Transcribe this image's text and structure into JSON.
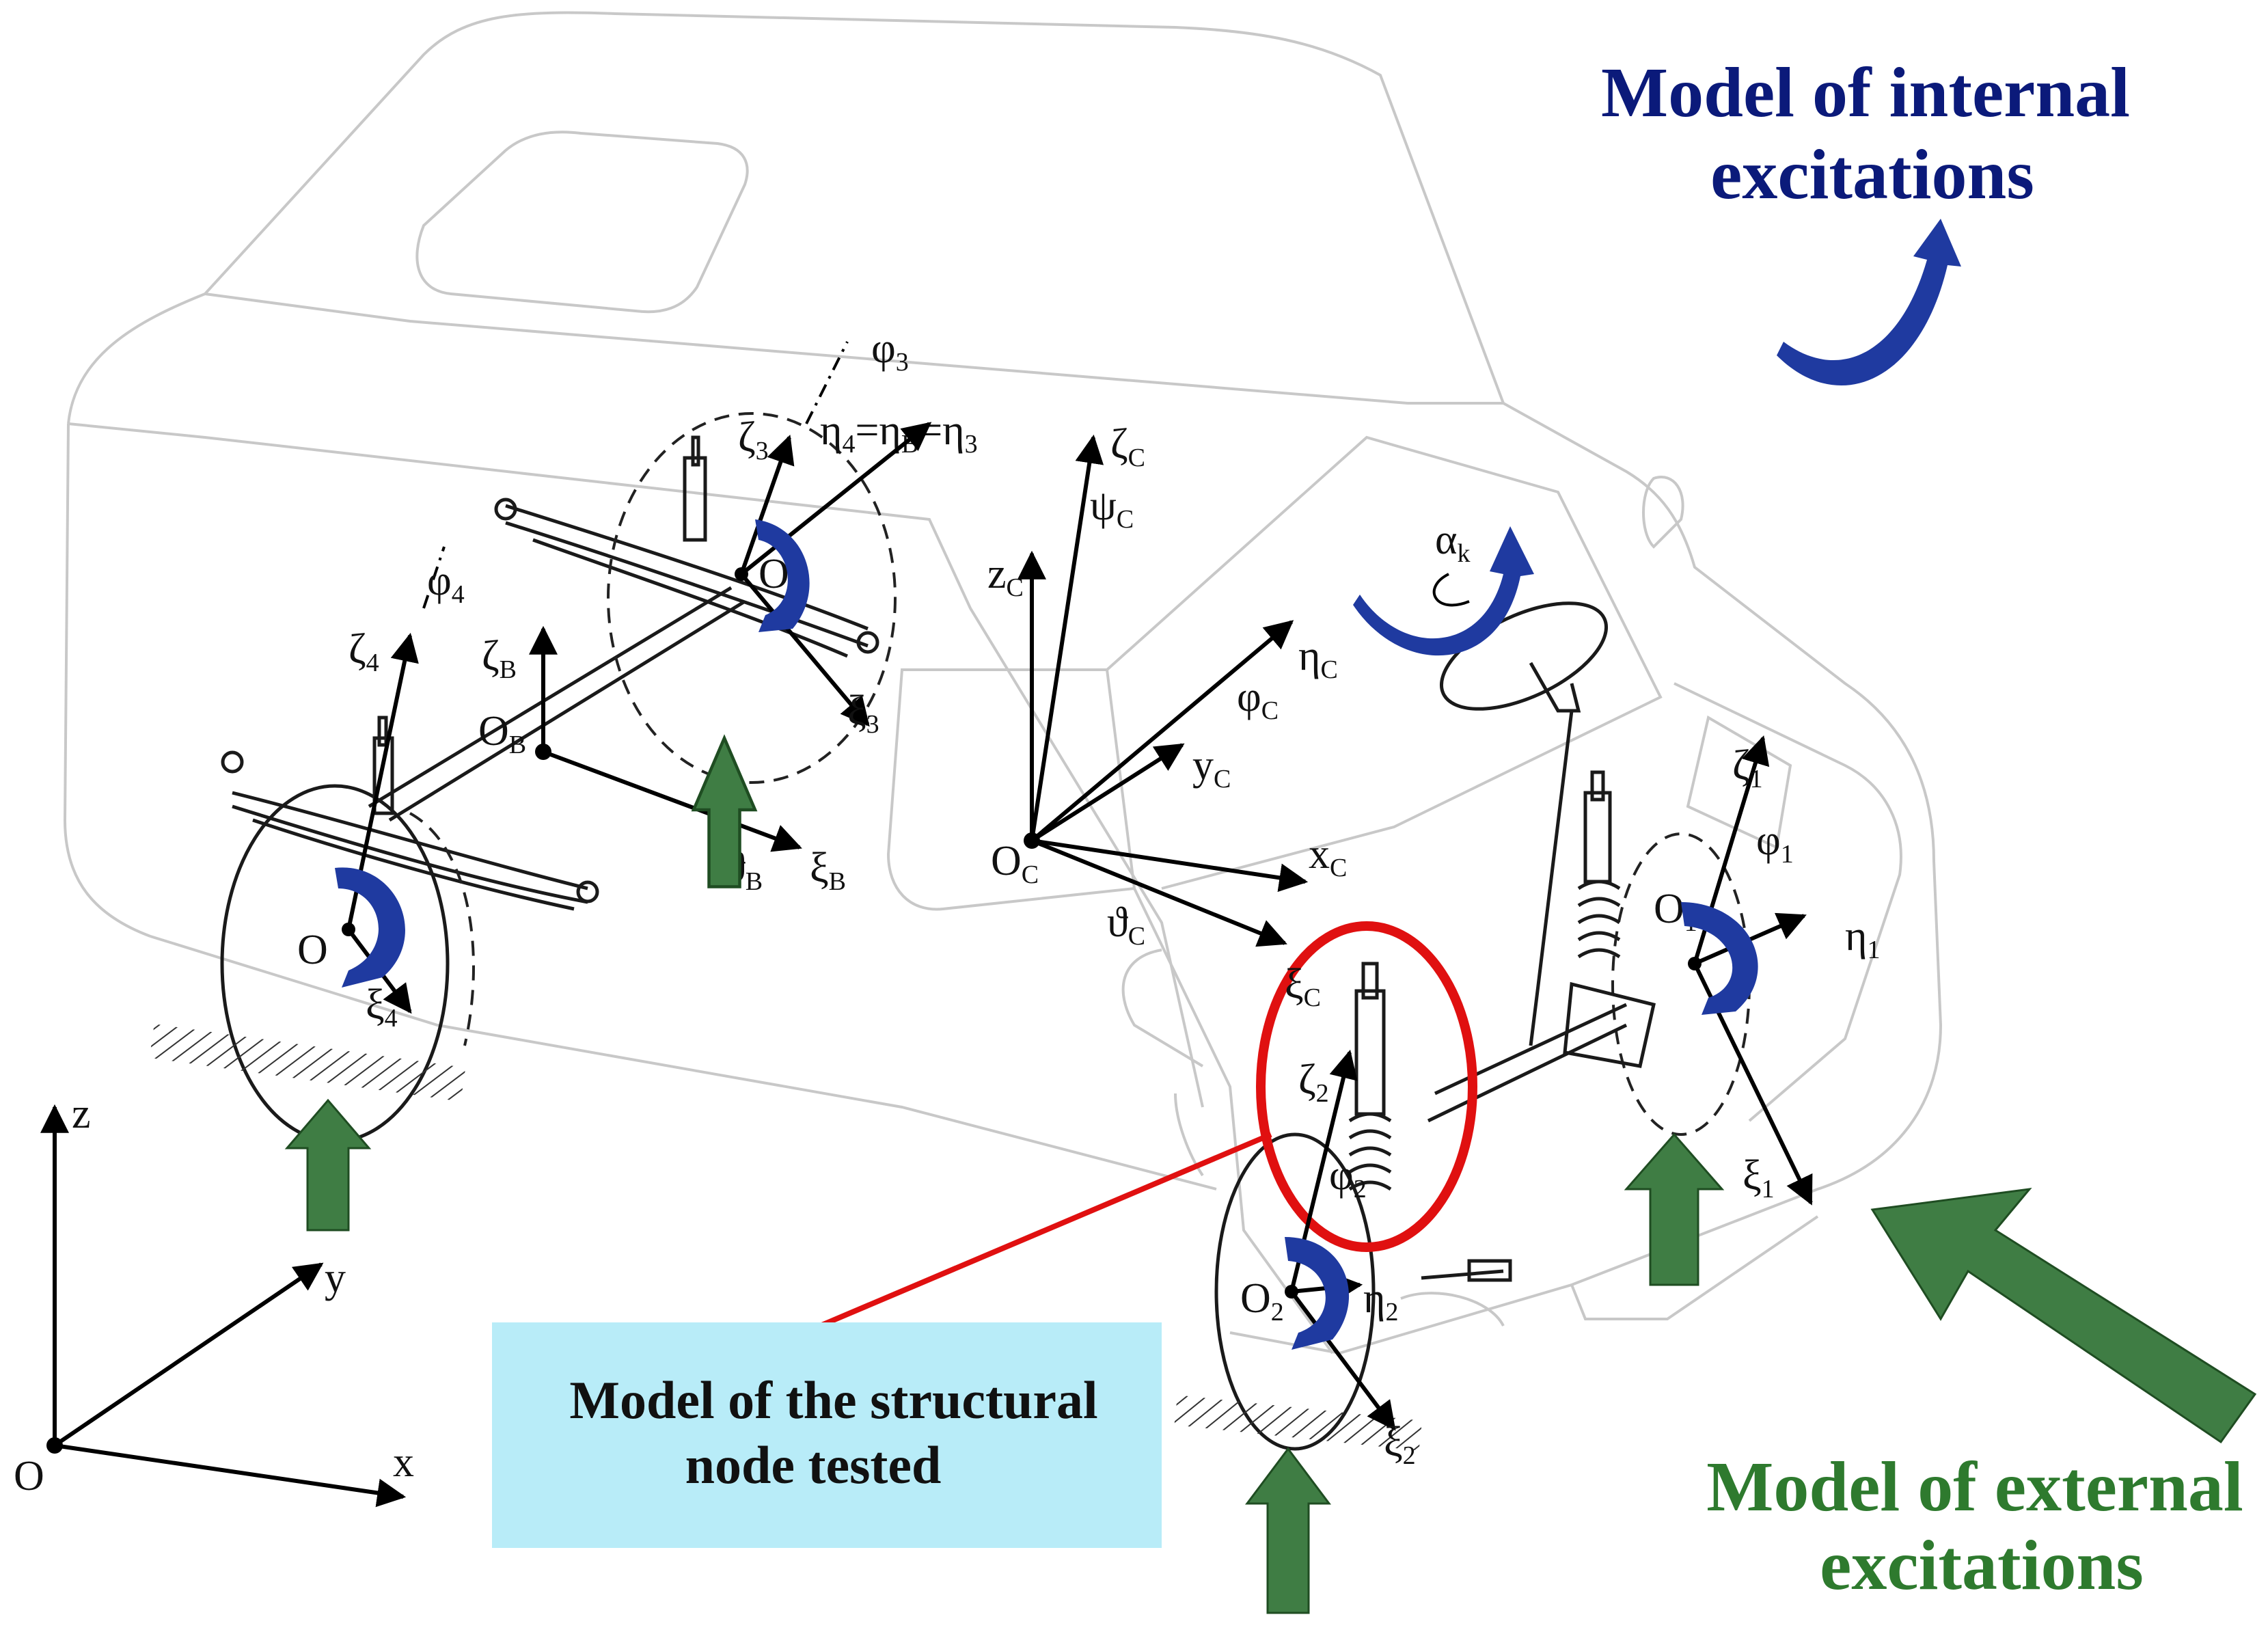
{
  "titles": {
    "internal_line1": "Model of internal",
    "internal_line2": "excitations",
    "external_line1": "Model of external",
    "external_line2": "excitations",
    "node_line1": "Model of the structural",
    "node_line2": "node tested"
  },
  "colors": {
    "internal": "#0b1a7a",
    "external": "#2e7a2e",
    "highlight": "#e01010",
    "box_fill": "#b8ecf8",
    "rotation_arrow": "#1f3aa0",
    "force_arrow": "#3f7d44"
  },
  "global_axes": {
    "origin": "O",
    "x": "x",
    "y": "y",
    "z": "z"
  },
  "body_frame": {
    "origin": "O",
    "origin_sub": "C",
    "x": "x",
    "x_sub": "C",
    "y": "y",
    "y_sub": "C",
    "z": "z",
    "z_sub": "C",
    "xi": "ξ",
    "xi_sub": "C",
    "eta": "η",
    "eta_sub": "C",
    "zeta": "ζ",
    "zeta_sub": "C",
    "phi": "φ",
    "phi_sub": "C",
    "theta": "ϑ",
    "theta_sub": "C",
    "psi": "ψ",
    "psi_sub": "C"
  },
  "rear_axle": {
    "origin": "O",
    "origin_sub": "B",
    "xi": "ξ",
    "xi_sub": "B",
    "zeta": "ζ",
    "zeta_sub": "B",
    "theta": "ϑ",
    "theta_sub": "B",
    "eta_eq_1": "η",
    "eta_eq_1_sub": "4",
    "eta_eq_2": "=η",
    "eta_eq_2_sub": "B",
    "eta_eq_3": "=η",
    "eta_eq_3_sub": "3"
  },
  "wheel3": {
    "origin": "O",
    "origin_sub": "3",
    "xi": "ξ",
    "xi_sub": "3",
    "zeta": "ζ",
    "zeta_sub": "3",
    "phi": "φ",
    "phi_sub": "3"
  },
  "wheel4": {
    "origin": "O",
    "xi": "ξ",
    "xi_sub": "4",
    "zeta": "ζ",
    "zeta_sub": "4",
    "phi": "φ",
    "phi_sub": "4"
  },
  "wheel1": {
    "origin": "O",
    "origin_sub": "1",
    "xi": "ξ",
    "xi_sub": "1",
    "eta": "η",
    "eta_sub": "1",
    "zeta": "ζ",
    "zeta_sub": "1",
    "phi": "φ",
    "phi_sub": "1"
  },
  "wheel2": {
    "origin": "O",
    "origin_sub": "2",
    "xi": "ξ",
    "xi_sub": "2",
    "eta": "η",
    "eta_sub": "2",
    "zeta": "ζ",
    "zeta_sub": "2",
    "phi": "φ",
    "phi_sub": "2"
  },
  "steering": {
    "alpha": "α",
    "alpha_sub": "k"
  }
}
